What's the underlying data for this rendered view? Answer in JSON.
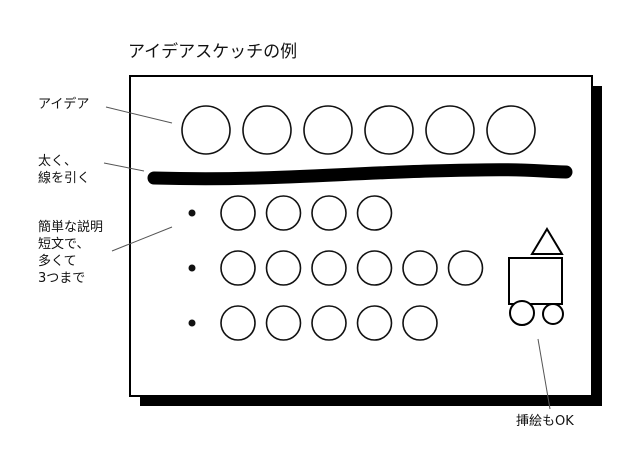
{
  "title": "アイデアスケッチの例",
  "annotations": {
    "idea": "アイデア",
    "thick_line": "太く、\n線を引く",
    "description": "簡単な説明\n短文で、\n多くて\n3つまで",
    "illustration": "挿絵もOK"
  },
  "sections": {
    "idea_circles": 6,
    "bullet_rows": [
      4,
      6,
      5
    ]
  },
  "colors": {
    "ink": "#111111",
    "background": "#ffffff",
    "leader": "#555555"
  }
}
